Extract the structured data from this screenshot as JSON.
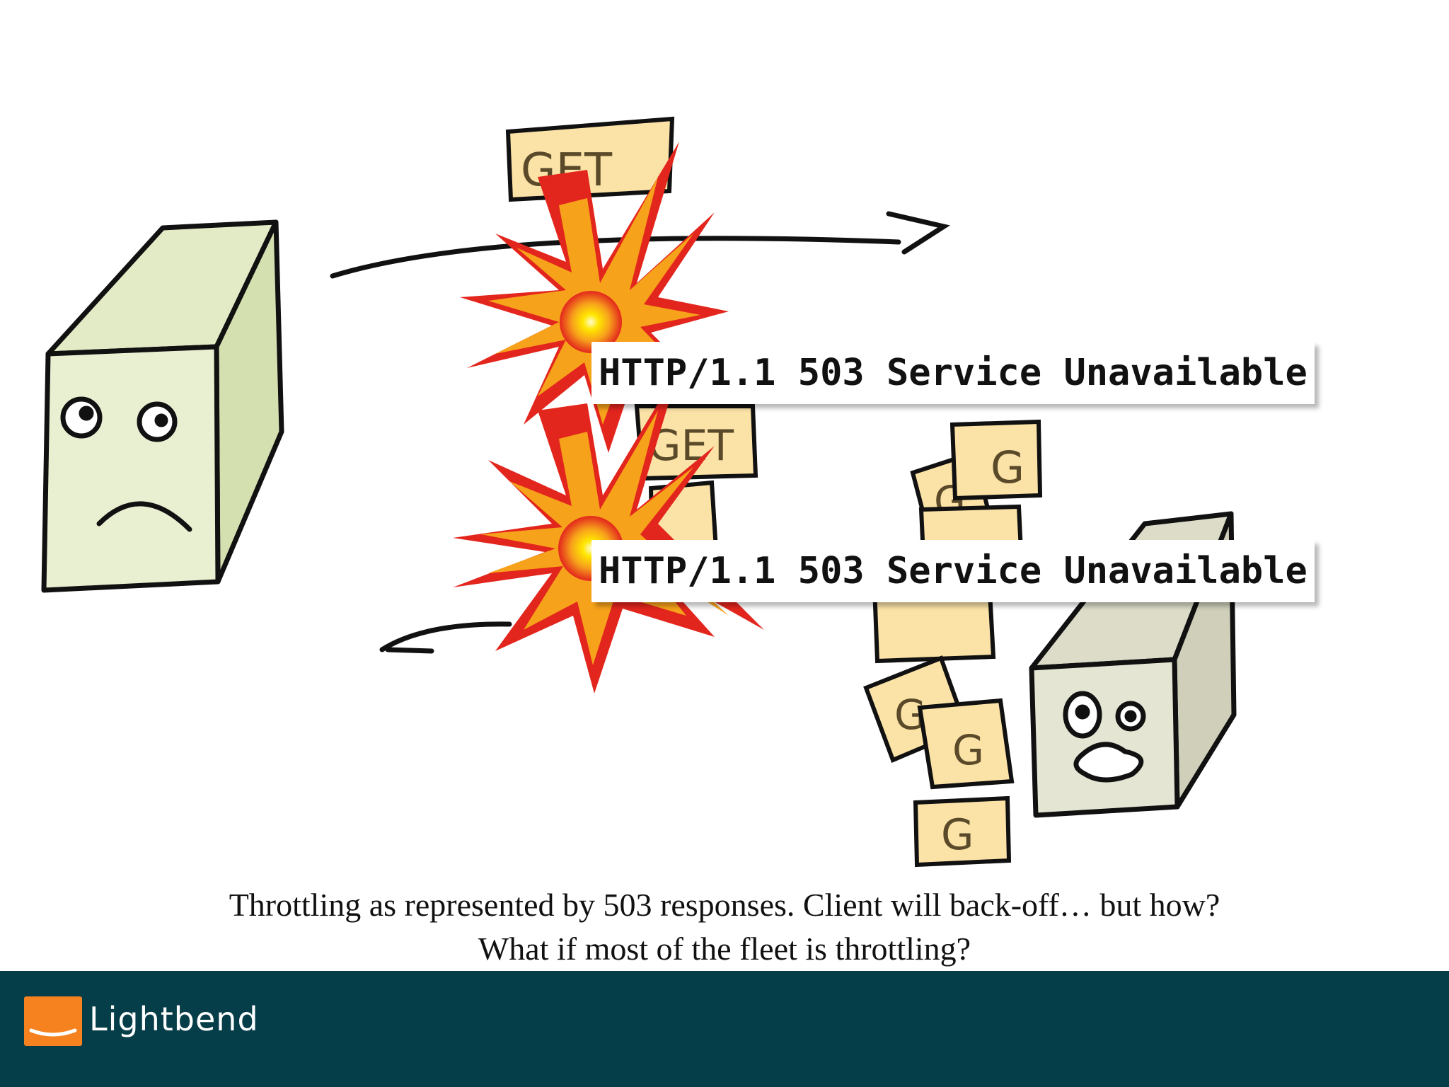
{
  "responses": {
    "top": "HTTP/1.1 503 Service Unavailable",
    "bottom": "HTTP/1.1 503 Service Unavailable"
  },
  "cards": {
    "request_get_1": "GET",
    "request_get_2": "GET",
    "queued_g": "G"
  },
  "caption": {
    "line1": "Throttling as represented by 503 responses. Client will back-off… but how?",
    "line2": "What if most of the fleet is throttling?"
  },
  "footer": {
    "brand": "Lightbend"
  },
  "colors": {
    "footer_bg": "#053d48",
    "logo_orange": "#f5821f",
    "server_fill": "#e7efcf",
    "card_fill": "#fbe3a7",
    "explosion_red": "#e3261d",
    "explosion_orange": "#f7a21b",
    "explosion_yellow": "#ffe600"
  },
  "icons": [
    "sad-client-server-icon",
    "scared-server-icon",
    "explosion-icon",
    "request-card-icon",
    "arrow-icon"
  ]
}
